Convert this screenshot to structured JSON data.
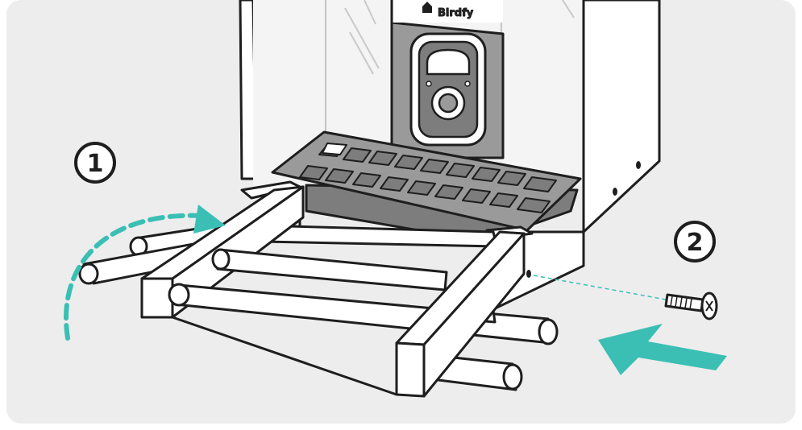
{
  "brand": {
    "name": "Birdfy"
  },
  "steps": [
    {
      "number": "1"
    },
    {
      "number": "2"
    }
  ],
  "colors": {
    "background": "#ededed",
    "outline": "#1e1e1e",
    "accent": "#3bbfb4",
    "panel_gray": "#9a9a9a",
    "dark_gray": "#7d7d7d"
  }
}
